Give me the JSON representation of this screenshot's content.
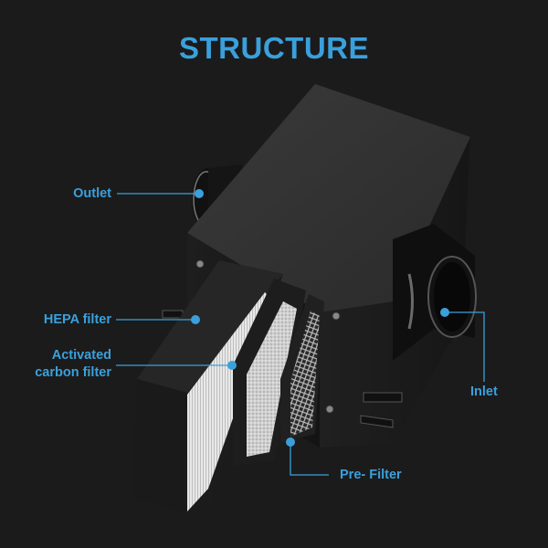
{
  "header": {
    "title": "STRUCTURE"
  },
  "colors": {
    "accent": "#3aa0dc",
    "background": "#1b1b1b"
  },
  "callouts": [
    {
      "id": "outlet",
      "label": "Outlet",
      "line1": ""
    },
    {
      "id": "hepa",
      "label": "HEPA filter"
    },
    {
      "id": "carbon",
      "label_line1": "Activated",
      "label_line2": "carbon filter"
    },
    {
      "id": "prefilter",
      "label": "Pre- Filter"
    },
    {
      "id": "inlet",
      "label": "Inlet"
    }
  ]
}
